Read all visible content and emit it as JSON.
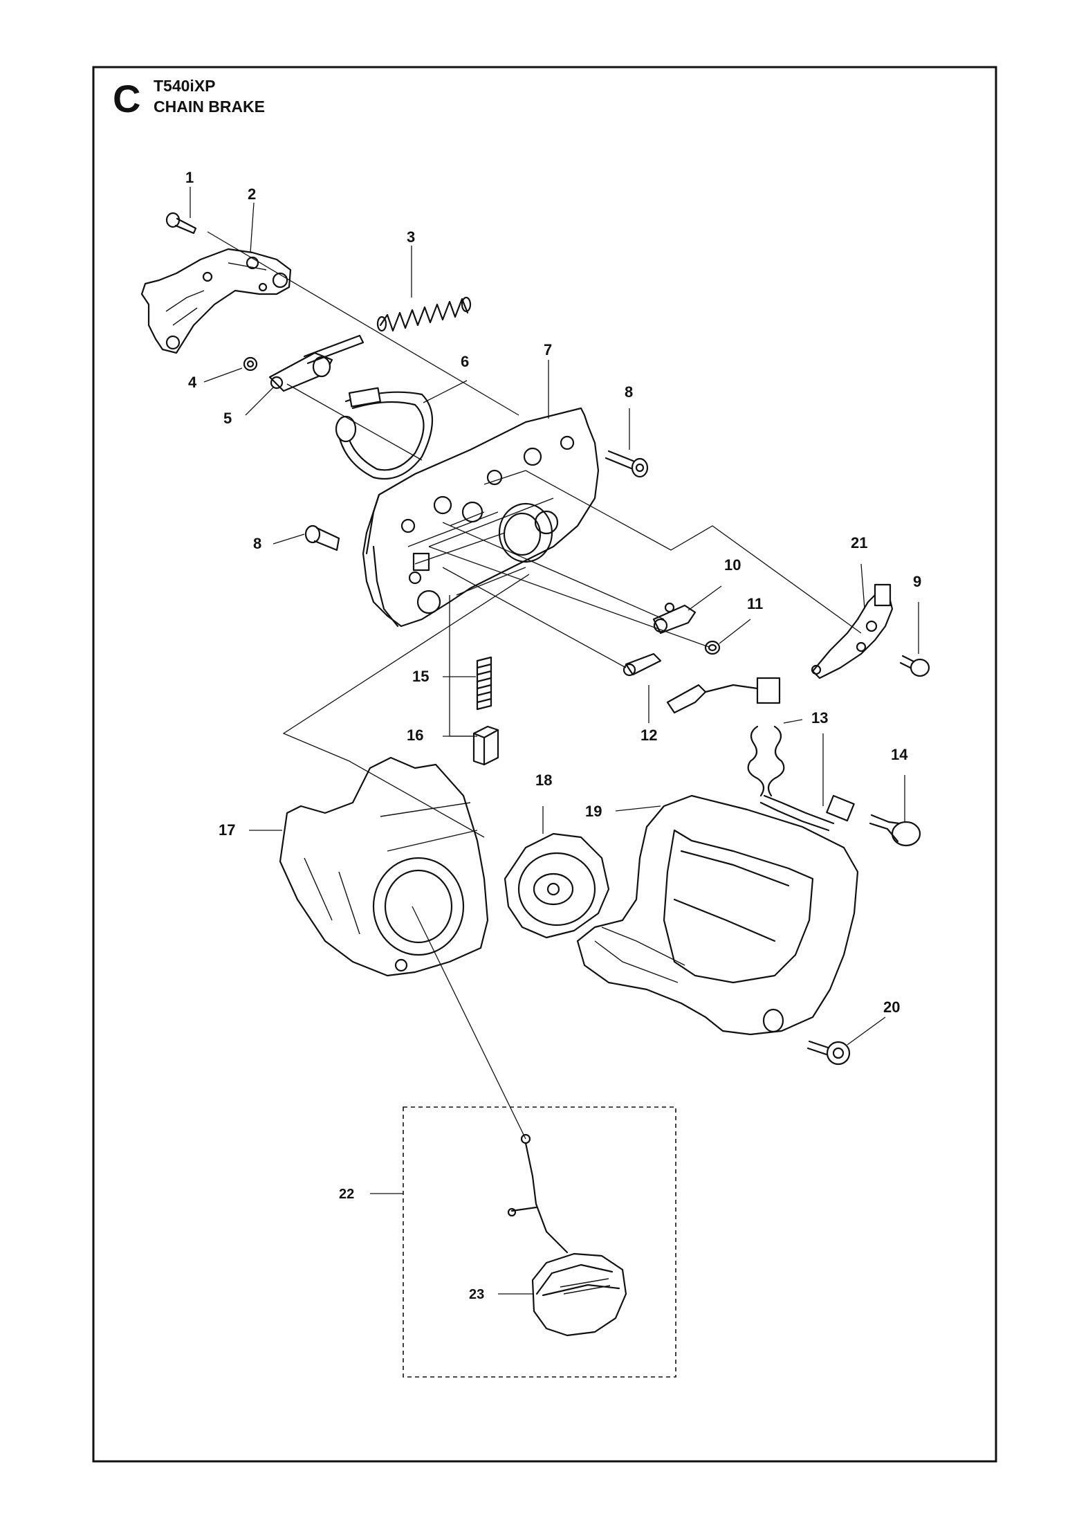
{
  "header": {
    "section_letter": "C",
    "model": "T540iXP",
    "title": "CHAIN BRAKE"
  },
  "callouts": [
    "1",
    "2",
    "3",
    "4",
    "5",
    "6",
    "7",
    "8",
    "8",
    "9",
    "10",
    "11",
    "12",
    "13",
    "14",
    "15",
    "16",
    "17",
    "18",
    "19",
    "20",
    "21",
    "22",
    "23"
  ]
}
